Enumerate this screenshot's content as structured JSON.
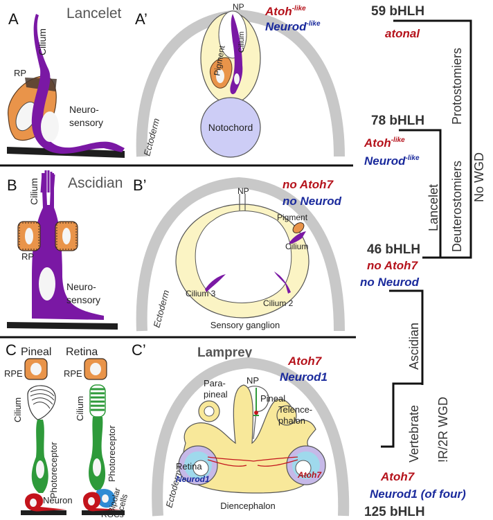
{
  "panels": {
    "A": {
      "letter": "A",
      "title": "Lancelet",
      "cilium": "Cilium",
      "rp": "RP",
      "neurosensory_1": "Neuro-",
      "neurosensory_2": "sensory"
    },
    "A_prime": {
      "letter": "A’",
      "np": "NP",
      "pigment": "Pigment",
      "cilium": "Cilium",
      "notochord": "Notochord",
      "ectoderm": "Ectoderm",
      "gene1": "Atoh",
      "gene1_sup": "-like",
      "gene2": "Neurod",
      "gene2_sup": "-like"
    },
    "B": {
      "letter": "B",
      "title": "Ascidian",
      "cilium": "Cilium",
      "rp": "RP",
      "neurosensory_1": "Neuro-",
      "neurosensory_2": "sensory"
    },
    "B_prime": {
      "letter": "B’",
      "np": "NP",
      "pigment": "Pigment",
      "cilium": "Cilium",
      "cilium2": "Cilium 2",
      "cilium3": "Cilium 3",
      "ectoderm": "Ectoderm",
      "ganglion": "Sensory ganglion",
      "gene1": "no Atoh7",
      "gene2": "no Neurod"
    },
    "C": {
      "letter": "C",
      "pineal": "Pineal",
      "retina": "Retina",
      "rpe1": "RPE",
      "rpe2": "RPE",
      "cilium1": "Cilium",
      "cilium2": "Cilium",
      "photoreceptor1": "Photoreceptor",
      "photoreceptor2": "Photoreceptor",
      "bipolar_1": "Bipolar",
      "bipolar_2": "cells",
      "neuron": "Neuron",
      "rgcs": "RGCs"
    },
    "C_prime": {
      "letter": "C’",
      "title": "Lamprey",
      "np": "NP",
      "parapineal_1": "Para-",
      "parapineal_2": "pineal",
      "pineal": "Pineal",
      "telencephalon_1": "Telence-",
      "telencephalon_2": "phalon",
      "retina": "Retina",
      "neurod1_label": "Neurod1",
      "atoh7_label": "Atoh7",
      "diencephalon": "Diencephalon",
      "ectoderm": "Ectoderm",
      "gene1": "Atoh7",
      "gene2": "Neurod1"
    }
  },
  "tree": {
    "count_59": "59 bHLH",
    "gene_atonal": "atonal",
    "count_78": "78 bHLH",
    "gene_atoh_like": "Atoh",
    "gene_atoh_like_sup": "-like",
    "gene_neurod_like": "Neurod",
    "gene_neurod_like_sup": "-like",
    "count_46": "46 bHLH",
    "gene_no_atoh7": "no Atoh7",
    "gene_no_neurod": "no Neurod",
    "gene_atoh7": "Atoh7",
    "gene_neurod1_four": "Neurod1 (of four)",
    "count_125": "125 bHLH",
    "protostomiers": "Protostomiers",
    "deuterostomiers": "Deuterostomiers",
    "no_wgd": "No WGD",
    "lancelet": "Lancelet",
    "ascidian": "Ascidian",
    "vertebrate": "Vertebrate",
    "wgd_1r2r": "!R/2R WGD"
  },
  "colors": {
    "orange": "#e9944a",
    "purple": "#7a18a4",
    "green": "#2e9a3a",
    "red_cell": "#c3141c",
    "pale_yellow": "#fbf4c4",
    "notochord": "#cdcdf6",
    "ectoderm_gray": "#c8c8c8",
    "lamprey_yellow": "#f8e89a",
    "lamprey_blue": "#9fd9ec",
    "lamprey_violet": "#c6b9e8",
    "label_red": "#b5121b",
    "label_blue": "#1a2a9c"
  }
}
